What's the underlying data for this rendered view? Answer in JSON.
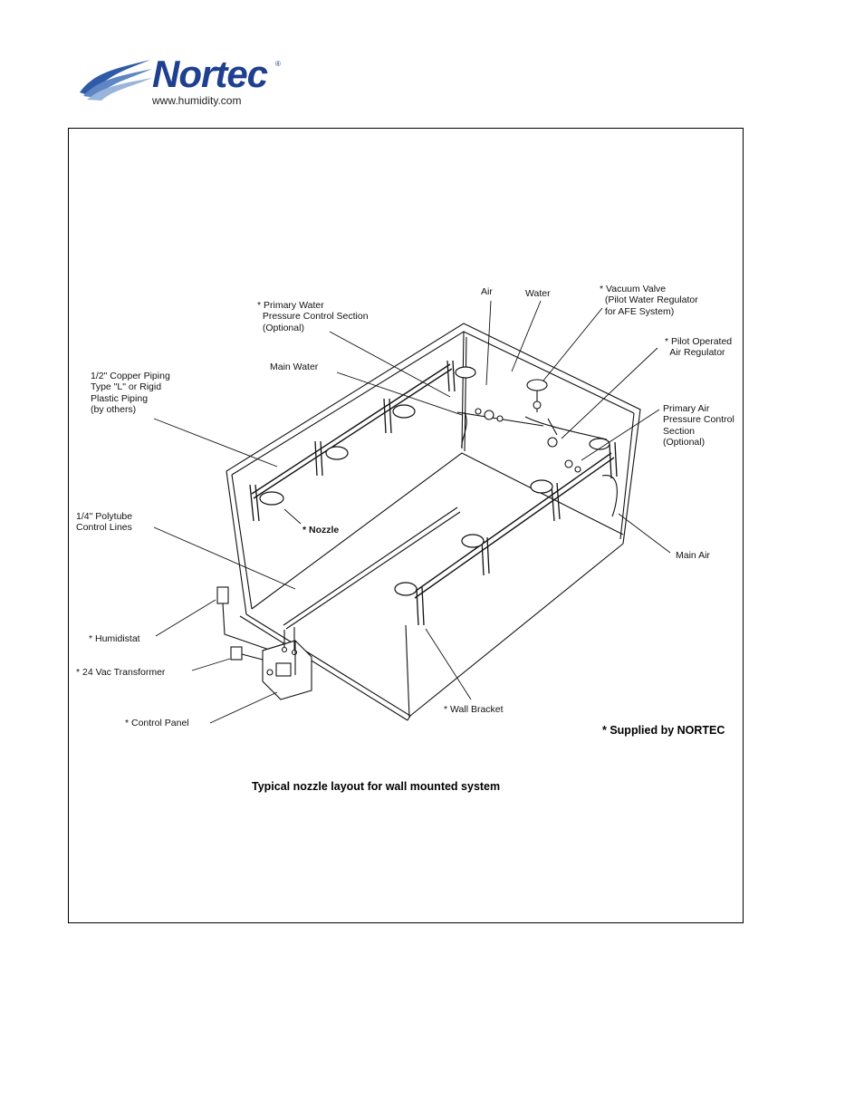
{
  "brand": {
    "name": "Nortec",
    "registered": "®",
    "url": "www.humidity.com",
    "color": "#1f3f8f"
  },
  "labels": {
    "primary_water": "* Primary Water\n  Pressure Control Section\n  (Optional)",
    "air": "Air",
    "water": "Water",
    "vacuum_valve": "* Vacuum Valve\n  (Pilot Water Regulator\n  for AFE System)",
    "pilot_operated": "* Pilot Operated\n  Air Regulator",
    "copper_piping": "1/2\" Copper Piping\nType \"L\" or Rigid\nPlastic Piping\n(by others)",
    "main_water": "Main Water",
    "primary_air": "Primary Air\nPressure Control\nSection\n(Optional)",
    "polytube": "1/4\" Polytube\nControl Lines",
    "nozzle": "* Nozzle",
    "main_air": "Main Air",
    "humidistat": "* Humidistat",
    "transformer": "* 24 Vac Transformer",
    "control_panel": "* Control Panel",
    "wall_bracket": "* Wall Bracket"
  },
  "supplied_note": "* Supplied by NORTEC",
  "caption": "Typical nozzle layout for wall mounted system"
}
